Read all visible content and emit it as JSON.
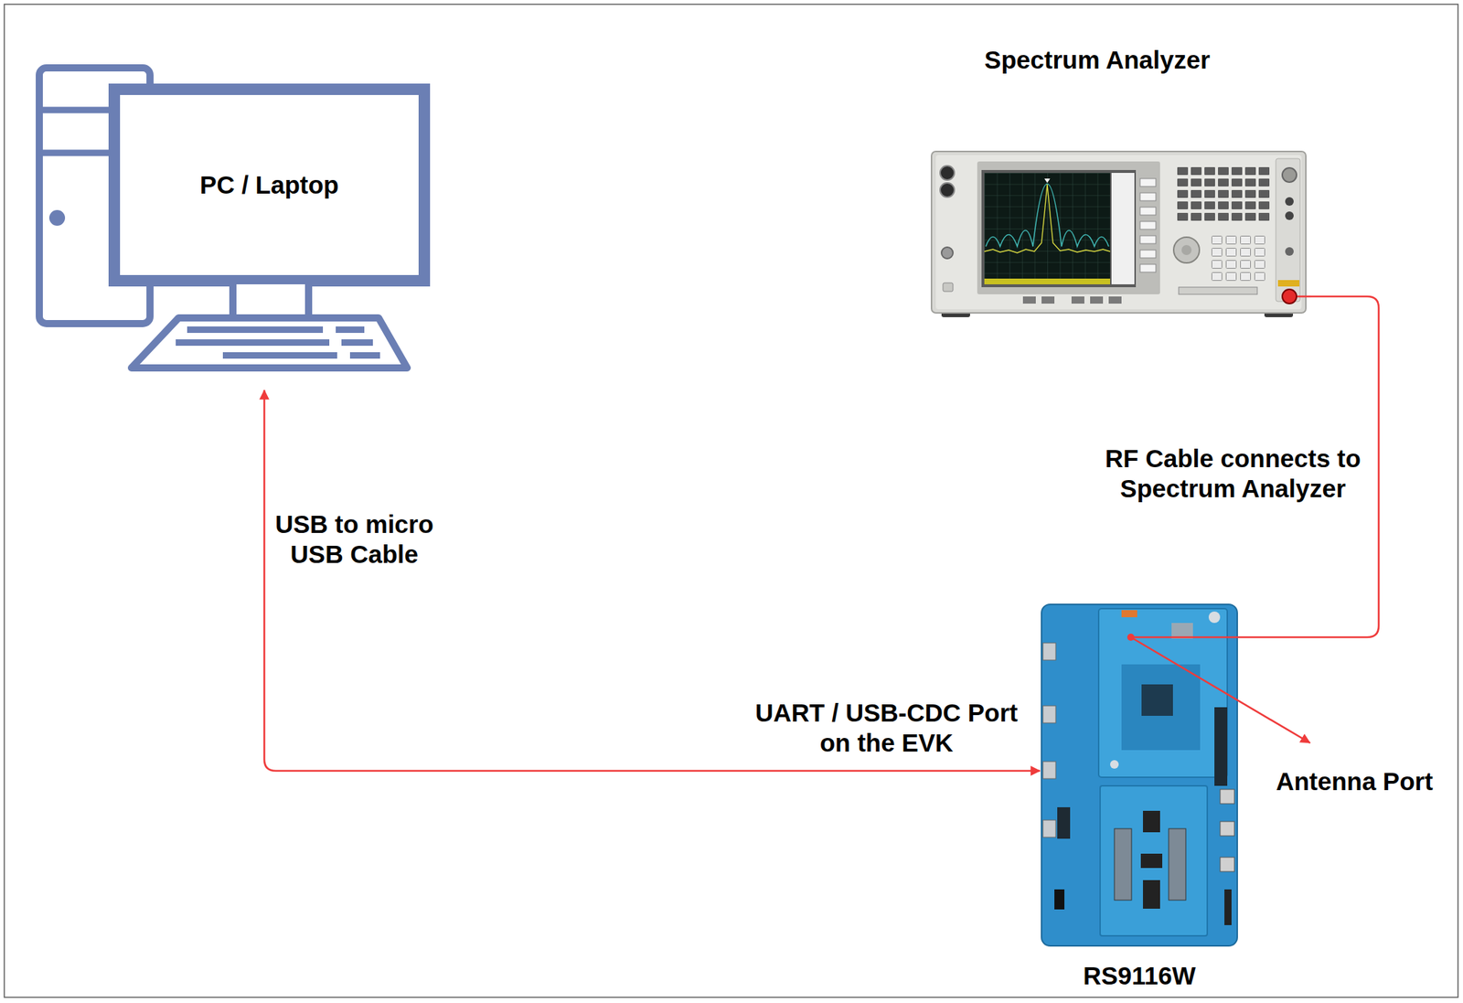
{
  "diagram": {
    "nodes": [
      {
        "text": [
          "PC / Laptop"
        ]
      },
      {
        "text": [
          "Spectrum Analyzer"
        ]
      },
      {
        "text": [
          "RS9116W"
        ]
      }
    ],
    "edges": [
      {
        "from": 0,
        "to": 2,
        "arrow": "both",
        "label": "USB to micro USB Cable"
      },
      {
        "from": 1,
        "to": 2,
        "arrow": "none",
        "label": "RF Cable connects to Spectrum Analyzer"
      }
    ],
    "labels": [
      "UART / USB-CDC Port on the EVK",
      "Antenna Port"
    ]
  }
}
